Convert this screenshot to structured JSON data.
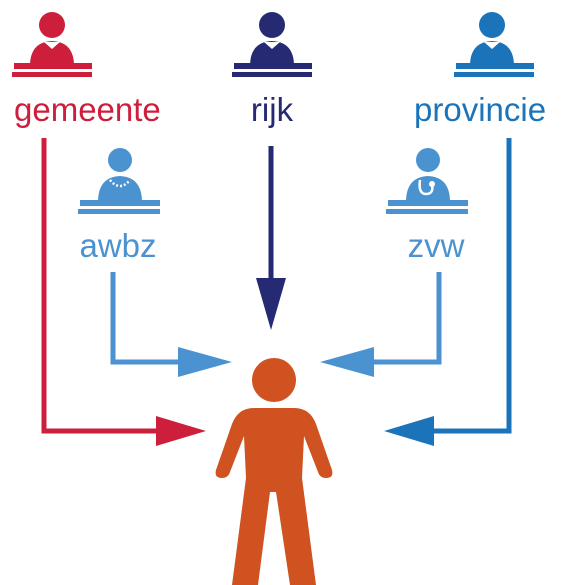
{
  "nodes": {
    "gemeente": {
      "label": "gemeente",
      "color": "#cd1f3c"
    },
    "rijk": {
      "label": "rijk",
      "color": "#252a72"
    },
    "provincie": {
      "label": "provincie",
      "color": "#1b74ba"
    },
    "awbz": {
      "label": "awbz",
      "color": "#4a93d0"
    },
    "zvw": {
      "label": "zvw",
      "color": "#4a93d0"
    }
  },
  "person": {
    "color": "#cf5220"
  }
}
